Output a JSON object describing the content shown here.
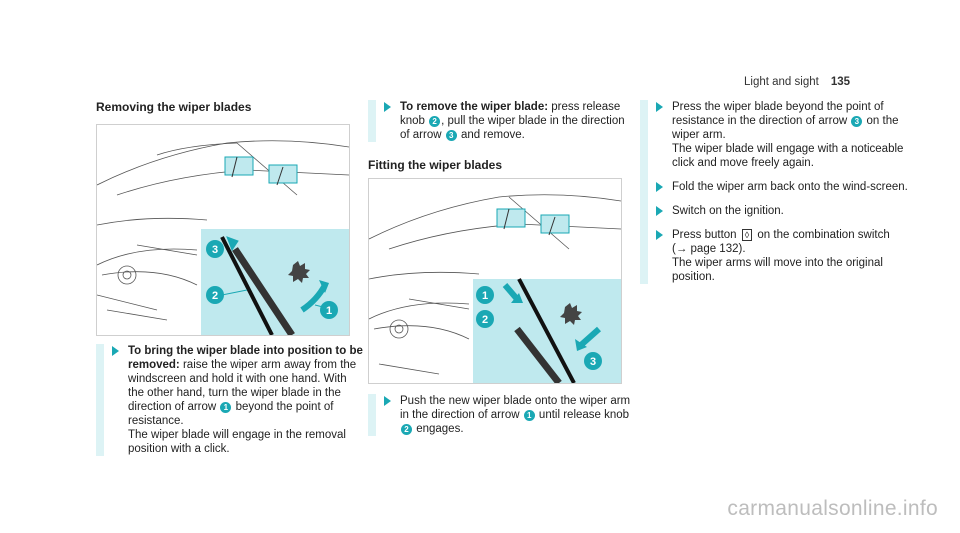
{
  "header": {
    "section": "Light and sight",
    "page": "135"
  },
  "col1": {
    "heading": "Removing the wiper blades",
    "figure_callouts": [
      "3",
      "2",
      "1"
    ],
    "step": {
      "bold": "To bring the wiper blade into position to be removed:",
      "p1": " raise the wiper arm away from the windscreen and hold it with one hand. With the other hand, turn the wiper blade in the direction of arrow ",
      "b1": "1",
      "p2": " beyond the point of resistance.",
      "p3": "The wiper blade will engage in the removal position with a click."
    }
  },
  "col2": {
    "step1": {
      "bold": "To remove the wiper blade:",
      "p1": " press release knob ",
      "b1": "2",
      "p2": ", pull the wiper blade in the direction of arrow ",
      "b2": "3",
      "p3": " and remove."
    },
    "heading": "Fitting the wiper blades",
    "figure_callouts": [
      "1",
      "2",
      "3"
    ],
    "step2": {
      "p1": "Push the new wiper blade onto the wiper arm in the direction of arrow ",
      "b1": "1",
      "p2": " until release knob ",
      "b2": "2",
      "p3": " engages."
    }
  },
  "col3": {
    "s1": {
      "p1": "Press the wiper blade beyond the point of resistance in the direction of arrow ",
      "b1": "3",
      "p2": " on the wiper arm.",
      "p3": "The wiper blade will engage with a noticeable click and move freely again."
    },
    "s2": {
      "text": "Fold the wiper arm back onto the wind-screen."
    },
    "s3": {
      "text": "Switch on the ignition."
    },
    "s4": {
      "p1": "Press button ",
      "icon": "◊",
      "p2": " on the combination switch (→ page 132).",
      "p3": "The wiper arms will move into the original position."
    }
  },
  "watermark": "carmanualsonline.info",
  "colors": {
    "accent": "#1aa8b4",
    "callout_panel": "#bfe9ee",
    "bar": "#ddf3f5"
  }
}
